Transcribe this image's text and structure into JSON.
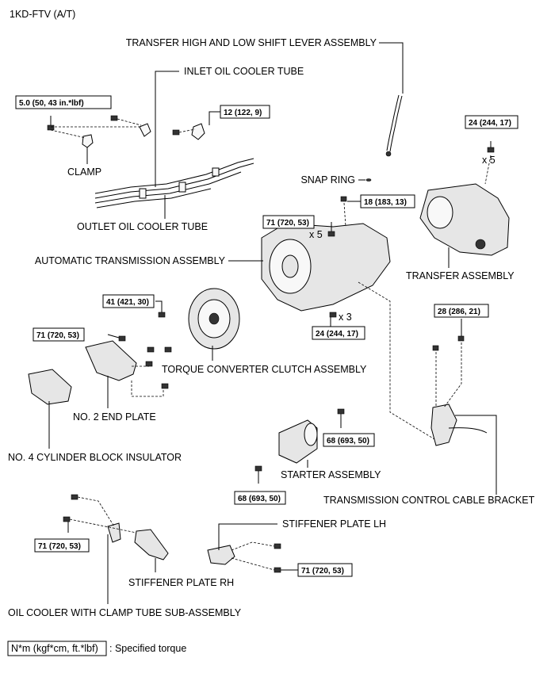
{
  "header": "1KD-FTV (A/T)",
  "labels": {
    "shift_lever": "TRANSFER HIGH AND LOW SHIFT LEVER ASSEMBLY",
    "inlet_tube": "INLET OIL COOLER TUBE",
    "clamp": "CLAMP",
    "snap_ring": "SNAP RING",
    "outlet_tube": "OUTLET OIL COOLER TUBE",
    "auto_trans": "AUTOMATIC TRANSMISSION ASSEMBLY",
    "transfer": "TRANSFER ASSEMBLY",
    "torque_conv": "TORQUE CONVERTER CLUTCH ASSEMBLY",
    "end_plate": "NO. 2 END PLATE",
    "insulator": "NO. 4 CYLINDER BLOCK INSULATOR",
    "starter": "STARTER ASSEMBLY",
    "cable_bracket": "TRANSMISSION CONTROL CABLE BRACKET",
    "stiff_lh": "STIFFENER PLATE LH",
    "stiff_rh": "STIFFENER PLATE RH",
    "oil_cooler_clamp": "OIL COOLER WITH CLAMP TUBE SUB-ASSEMBLY"
  },
  "torques": {
    "t_5_0": "5.0 (50, 43 in.*lbf)",
    "t_12": "12 (122, 9)",
    "t_24_transfer": "24 (244, 17)",
    "t_18": "18 (183, 13)",
    "t_71_trans": "71 (720, 53)",
    "t_41": "41 (421, 30)",
    "t_24_trans": "24 (244, 17)",
    "t_28": "28 (286, 21)",
    "t_71_endplate": "71 (720, 53)",
    "t_68_upper": "68 (693, 50)",
    "t_68_lower": "68 (693, 50)",
    "t_71_rh": "71 (720, 53)",
    "t_71_lh": "71 (720, 53)"
  },
  "multipliers": {
    "m_transfer": "x 5",
    "m_trans_upper": "x 5",
    "m_trans_lower": "x 3"
  },
  "legend": {
    "box": "N*m (kgf*cm, ft.*lbf)",
    "text": ": Specified torque"
  }
}
